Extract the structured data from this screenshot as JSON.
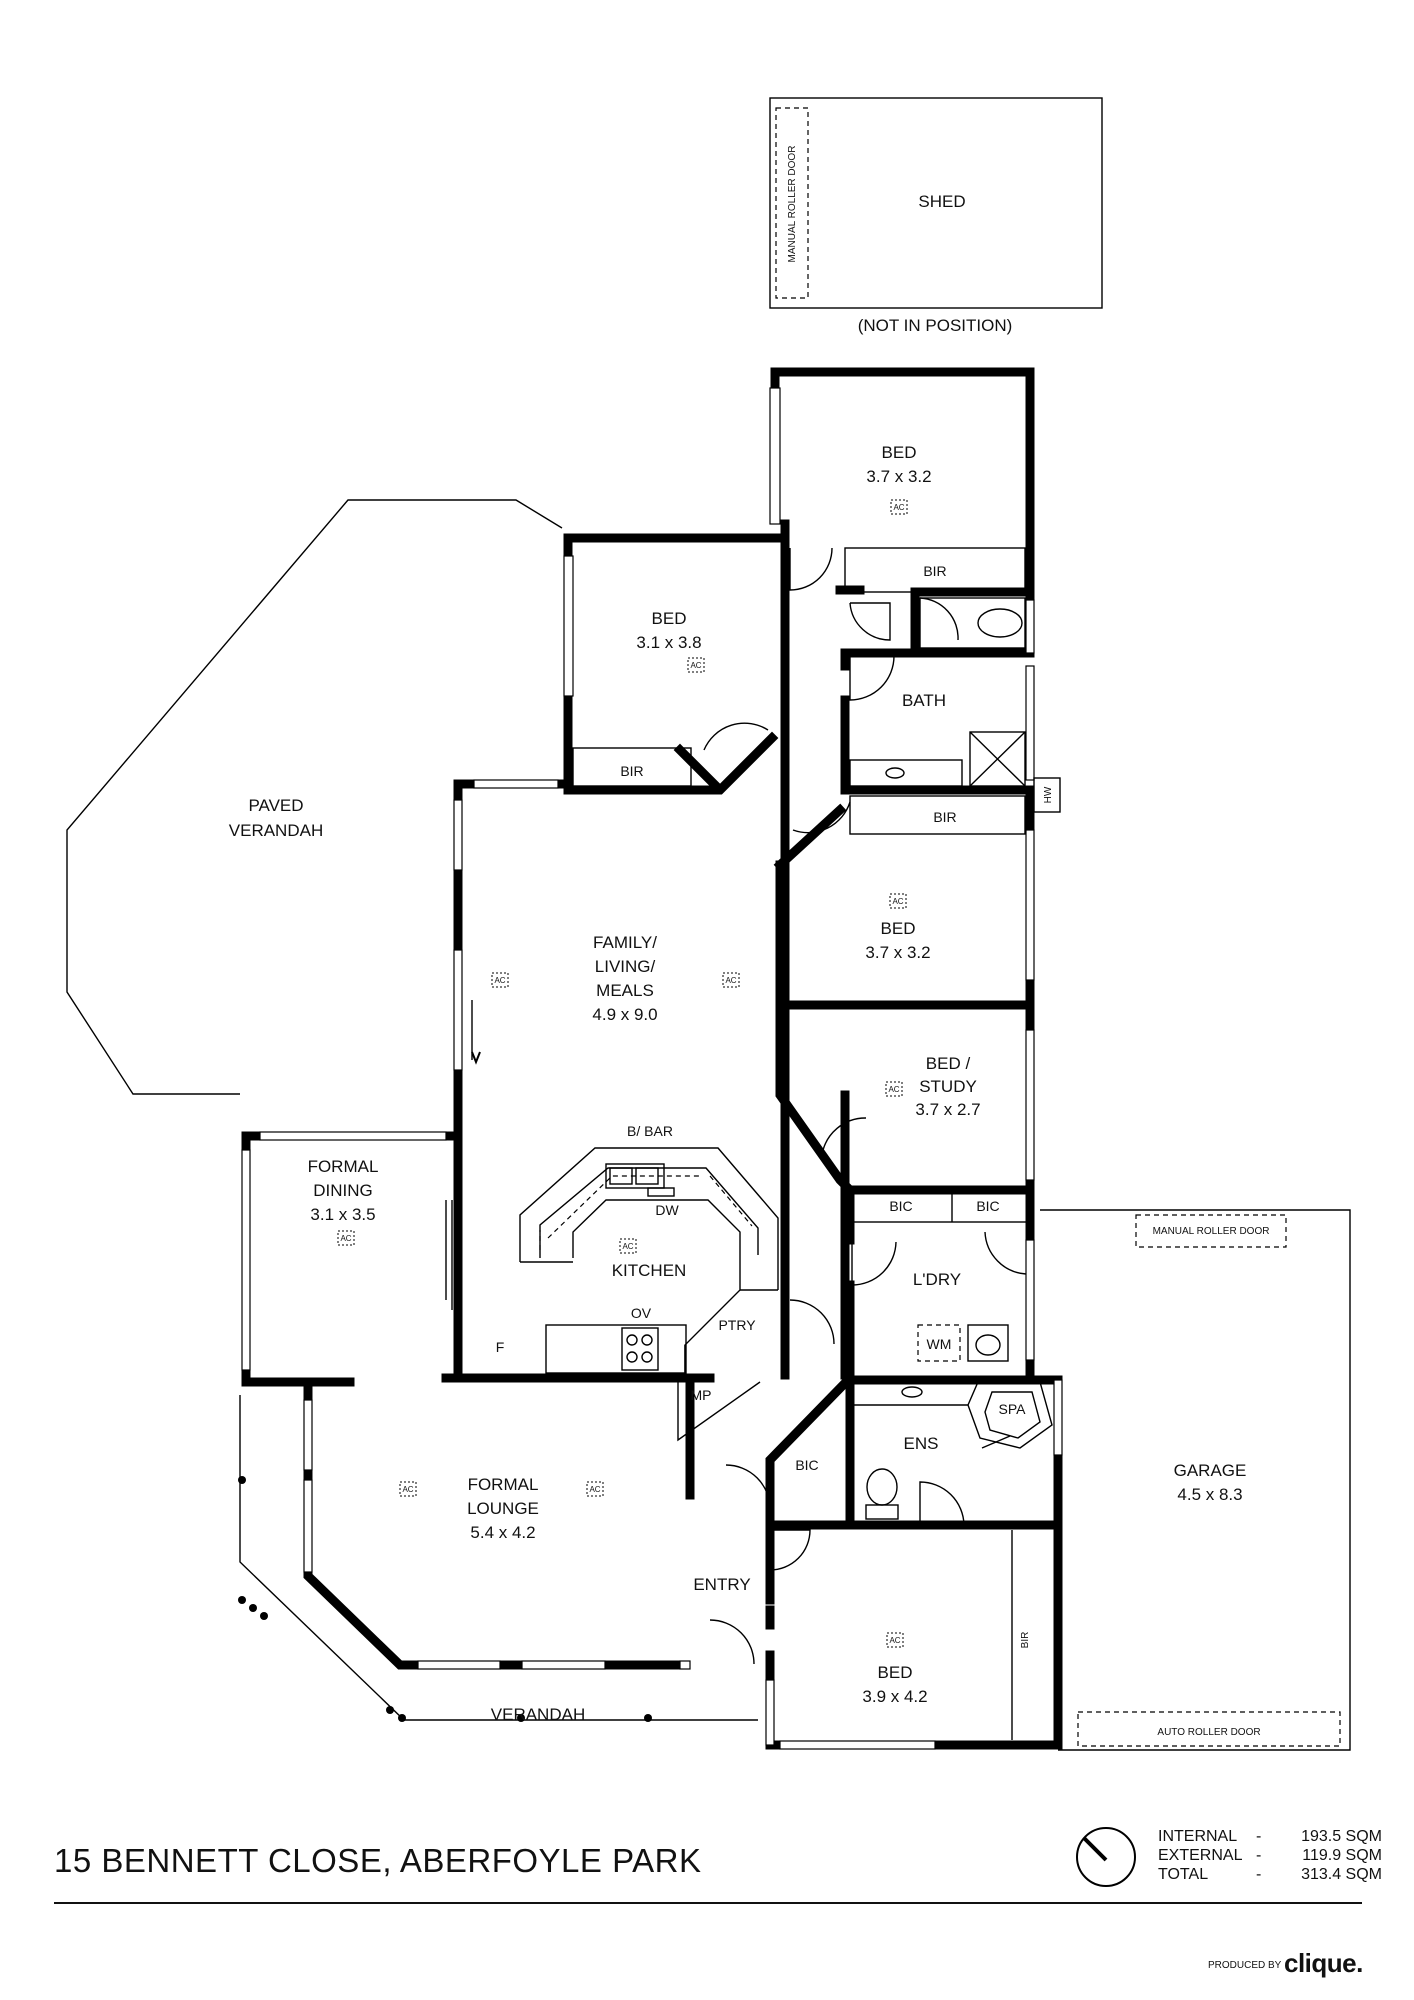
{
  "title": "15 BENNETT CLOSE, ABERFOYLE PARK",
  "rooms": {
    "shed": {
      "name": "SHED",
      "door": "MANUAL ROLLER DOOR",
      "note": "(NOT IN POSITION)"
    },
    "bed1": {
      "name": "BED",
      "dims": "3.7 x 3.2",
      "bir": "BIR"
    },
    "bed2": {
      "name": "BED",
      "dims": "3.1 x 3.8",
      "bir": "BIR"
    },
    "bath": {
      "name": "BATH"
    },
    "bed3": {
      "name": "BED",
      "dims": "3.7 x 3.2",
      "bir": "BIR"
    },
    "paved": {
      "line1": "PAVED",
      "line2": "VERANDAH"
    },
    "family": {
      "line1": "FAMILY/",
      "line2": "LIVING/",
      "line3": "MEALS",
      "dims": "4.9 x 9.0"
    },
    "study": {
      "line1": "BED /",
      "line2": "STUDY",
      "dims": "3.7 x 2.7"
    },
    "dining": {
      "line1": "FORMAL",
      "line2": "DINING",
      "dims": "3.1 x 3.5"
    },
    "kitchen": {
      "name": "KITCHEN",
      "bbar": "B/ BAR",
      "dw": "DW",
      "ov": "OV",
      "ptry": "PTRY",
      "f": "F",
      "mp": "MP"
    },
    "laundry": {
      "name": "L'DRY",
      "bic1": "BIC",
      "bic2": "BIC",
      "wm": "WM"
    },
    "lounge": {
      "line1": "FORMAL",
      "line2": "LOUNGE",
      "dims": "5.4 x 4.2"
    },
    "entry": {
      "name": "ENTRY",
      "bic": "BIC"
    },
    "ensuite": {
      "name": "ENS",
      "spa": "SPA"
    },
    "garage": {
      "name": "GARAGE",
      "dims": "4.5 x 8.3",
      "manual_door": "MANUAL ROLLER DOOR",
      "auto_door": "AUTO ROLLER DOOR"
    },
    "bed4": {
      "name": "BED",
      "dims": "3.9 x 4.2",
      "bir": "BIR"
    },
    "verandah": {
      "name": "VERANDAH"
    },
    "hw": "HW",
    "ac": "AC"
  },
  "areas": [
    {
      "label": "INTERNAL",
      "sep": "-",
      "value": "193.5 SQM"
    },
    {
      "label": "EXTERNAL",
      "sep": "-",
      "value": "119.9 SQM"
    },
    {
      "label": "TOTAL",
      "sep": "-",
      "value": "313.4 SQM"
    }
  ],
  "produced_by": "PRODUCED BY",
  "brand": "clique."
}
